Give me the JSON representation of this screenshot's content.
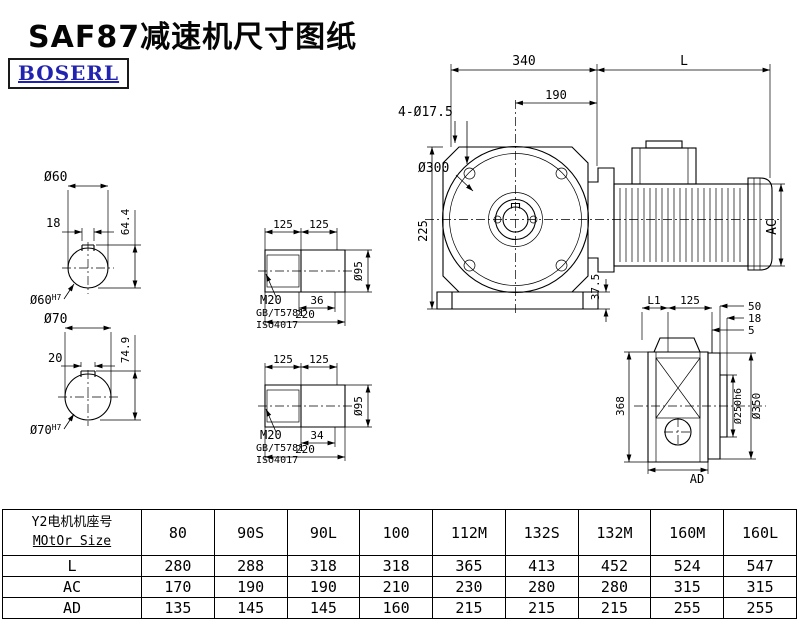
{
  "page": {
    "title": "SAF87减速机尺寸图纸",
    "brand": "BOSERL"
  },
  "drawing": {
    "shaft_end_top": {
      "label": "Ø60",
      "key_width": "18",
      "height": "64.4",
      "bore": "Ø60",
      "bore_tol": "H7"
    },
    "shaft_end_bottom": {
      "label": "Ø70",
      "key_width": "20",
      "height": "74.9",
      "bore": "Ø70",
      "bore_tol": "H7"
    },
    "shaft_detail_top": {
      "seg_a": "125",
      "seg_b": "125",
      "thread": "M20",
      "std1": "GB/T5781",
      "std2": "ISO4017",
      "key_len": "36",
      "length": "220",
      "dia": "Ø95"
    },
    "shaft_detail_bottom": {
      "seg_a": "125",
      "seg_b": "125",
      "thread": "M20",
      "std1": "GB/T5781",
      "std2": "ISO4017",
      "key_len": "34",
      "length": "220",
      "dia": "Ø95"
    },
    "front_view": {
      "width": "340",
      "motor_len": "L",
      "half_width": "190",
      "bolt_holes": "4-Ø17.5",
      "flange_dia": "Ø300",
      "center_height": "225",
      "base_height": "37.5",
      "motor_dia": "AC"
    },
    "side_view": {
      "l1": "L1",
      "d125": "125",
      "d50": "50",
      "d18": "18",
      "d5": "5",
      "height": "368",
      "spigot_dia": "Ø250h6",
      "flange_dia": "Ø350",
      "width": "AD"
    }
  },
  "table": {
    "header_cn": "Y2电机机座号",
    "header_en": "MOtOr Size",
    "sizes": [
      "80",
      "90S",
      "90L",
      "100",
      "112M",
      "132S",
      "132M",
      "160M",
      "160L"
    ],
    "rows": [
      {
        "label": "L",
        "values": [
          "280",
          "288",
          "318",
          "318",
          "365",
          "413",
          "452",
          "524",
          "547"
        ]
      },
      {
        "label": "AC",
        "values": [
          "170",
          "190",
          "190",
          "210",
          "230",
          "280",
          "280",
          "315",
          "315"
        ]
      },
      {
        "label": "AD",
        "values": [
          "135",
          "145",
          "145",
          "160",
          "215",
          "215",
          "215",
          "255",
          "255"
        ]
      }
    ]
  }
}
